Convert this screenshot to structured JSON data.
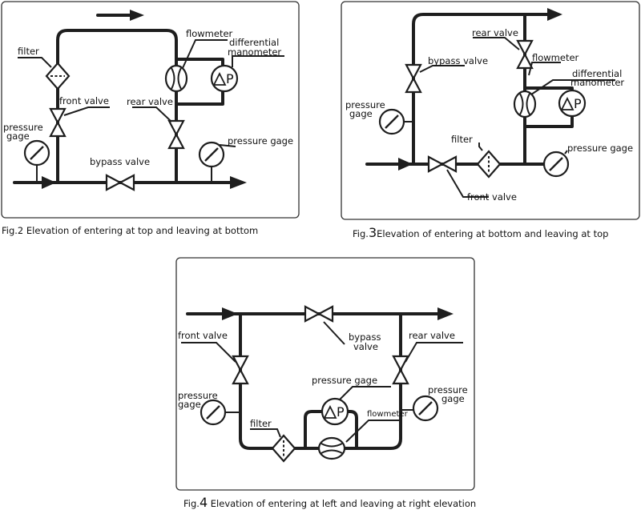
{
  "labels": {
    "filter": "filter",
    "flowmeter": "flowmeter",
    "differential": "differential",
    "manometer": "manometer",
    "front_valve": "front valve",
    "rear_valve": "rear valve",
    "bypass_valve": "bypass valve",
    "bypass": "bypass",
    "valve": "valve",
    "pressure": "pressure",
    "gage": "gage",
    "pressure_gage": "pressure gage",
    "p_symbol": "P"
  },
  "captions": {
    "fig2_prefix": "Fig.2",
    "fig2_text": " Elevation of entering at top and leaving at bottom",
    "fig3_prefix": "Fig.",
    "fig3_num": "3",
    "fig3_text": "Elevation of entering at bottom and leaving at top",
    "fig4_prefix": "Fig.",
    "fig4_num": "4",
    "fig4_text": " Elevation of entering at left and leaving at right elevation"
  },
  "colors": {
    "line": "#1e1e1e",
    "border": "#333333",
    "background": "#ffffff"
  }
}
